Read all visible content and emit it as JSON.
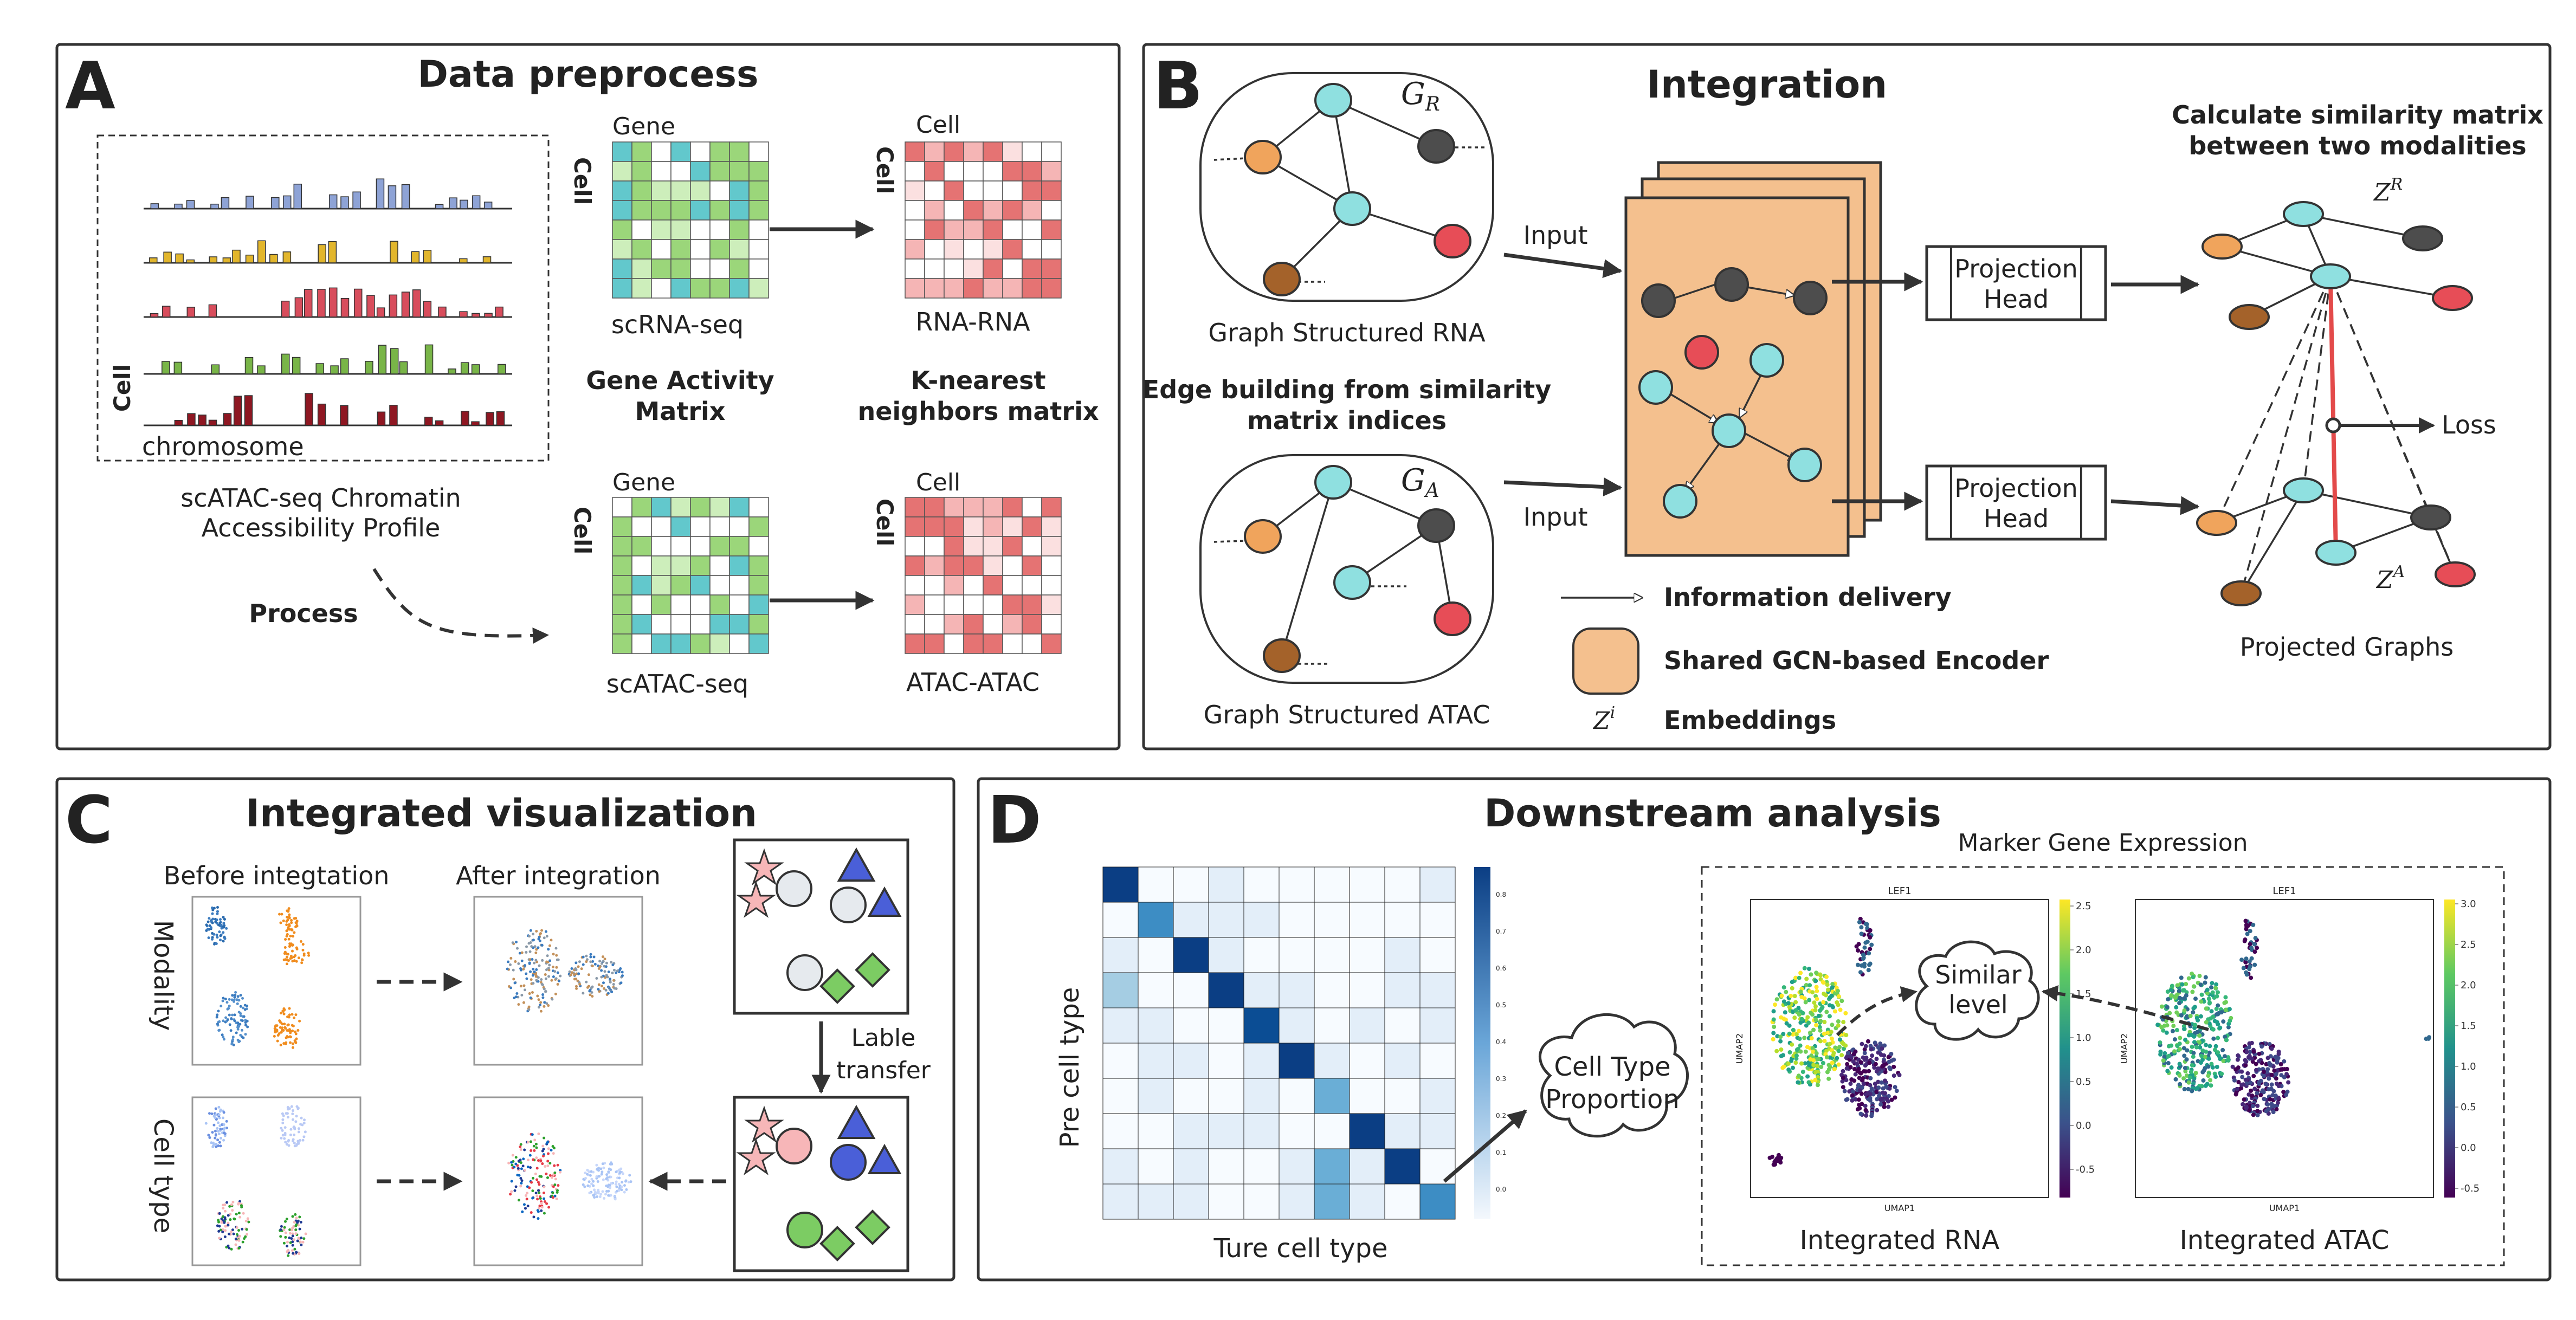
{
  "colors": {
    "atac_blue": "#8ea3d6",
    "atac_yellow": "#e2b62c",
    "atac_red": "#d84d5c",
    "atac_green": "#79b548",
    "atac_darkred": "#8e1722",
    "gene_green": "#9bd67a",
    "gene_cyan": "#62c8cc",
    "knn_red": "#e57373",
    "encoder_orange": "#f4c08e",
    "node_cyan": "#8fe0e0",
    "node_orange": "#f0a45c",
    "node_gray": "#4d4d4d",
    "node_brown": "#a4622a",
    "node_red": "#e74d57",
    "heat_dark": "#0b3e84",
    "loss_red": "#e34a4a"
  },
  "panel_a": {
    "letter": "A",
    "title": "Data preprocess",
    "cell_label": "Cell",
    "chromosome_label": "chromosome",
    "profile_line1": "scATAC-seq Chromatin",
    "profile_line2": "Accessibility Profile",
    "process_label": "Process",
    "gene_label_top": "Gene",
    "cell_label_top": "Cell",
    "scrna_label": "scRNA-seq",
    "gene_activity_line1": "Gene Activity",
    "gene_activity_line2": "Matrix",
    "gene_label_bottom": "Gene",
    "cell_label_bottom": "Cell",
    "scatac_label": "scATAC-seq",
    "cell_label_knn1": "Cell",
    "cell_label_knn1_side": "Cell",
    "rna_rna": "RNA-RNA",
    "knn_line1": "K-nearest",
    "knn_line2": "neighbors matrix",
    "cell_label_knn2": "Cell",
    "cell_label_knn2_side": "Cell",
    "atac_atac": "ATAC-ATAC"
  },
  "panel_b": {
    "letter": "B",
    "title": "Integration",
    "g_r": "G",
    "g_r_sub": "R",
    "g_a": "G",
    "g_a_sub": "A",
    "graph_rna": "Graph Structured RNA",
    "edge_line1": "Edge building from similarity",
    "edge_line2": "matrix indices",
    "graph_atac": "Graph Structured ATAC",
    "input1": "Input",
    "input2": "Input",
    "proj_head1_l1": "Projection",
    "proj_head1_l2": "Head",
    "proj_head2_l1": "Projection",
    "proj_head2_l2": "Head",
    "sim_line1": "Calculate similarity matrix",
    "sim_line2": "between two modalities",
    "z_r": "Z",
    "z_r_sup": "R",
    "z_a": "Z",
    "z_a_sup": "A",
    "loss": "Loss",
    "projected": "Projected Graphs",
    "legend_info": "Information delivery",
    "legend_encoder": "Shared GCN-based Encoder",
    "legend_z": "Z",
    "legend_z_sup": "i",
    "legend_embed": "Embeddings"
  },
  "panel_c": {
    "letter": "C",
    "title": "Integrated visualization",
    "before": "Before integtation",
    "after": "After integration",
    "row_modality": "Modality",
    "row_celltype": "Cell type",
    "lable_line1": "Lable",
    "lable_line2": "transfer"
  },
  "panel_d": {
    "letter": "D",
    "title": "Downstream analysis",
    "y_label": "Pre cell type",
    "x_label": "Ture cell type",
    "bubble_line1": "Cell Type",
    "bubble_line2": "Proportion",
    "marker_title": "Marker Gene Expression",
    "umap1_title": "LEF1",
    "umap2_title": "LEF1",
    "umap_x": "UMAP1",
    "umap_y": "UMAP2",
    "similar_line1": "Similar",
    "similar_line2": "level",
    "integrated_rna": "Integrated RNA",
    "integrated_atac": "Integrated ATAC",
    "cb1_ticks": [
      "2.5",
      "2.0",
      "1.5",
      "1.0",
      "0.5",
      "0.0",
      "-0.5"
    ],
    "cb2_ticks": [
      "3.0",
      "2.5",
      "2.0",
      "1.5",
      "1.0",
      "0.5",
      "0.0",
      "-0.5"
    ],
    "heat_ticks": [
      "0.8",
      "0.7",
      "0.6",
      "0.5",
      "0.4",
      "0.3",
      "0.2",
      "0.1",
      "0.0"
    ]
  }
}
